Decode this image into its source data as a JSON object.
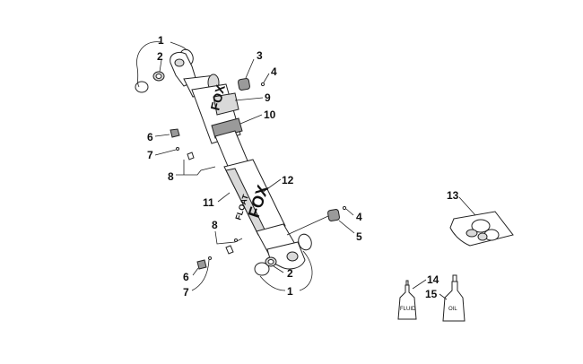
{
  "callouts": {
    "c1a": "1",
    "c2a": "2",
    "c3": "3",
    "c4a": "4",
    "c9": "9",
    "c10": "10",
    "c6a": "6",
    "c7a": "7",
    "c8a": "8",
    "c11": "11",
    "c12": "12",
    "c4b": "4",
    "c5": "5",
    "c8b": "8",
    "c6b": "6",
    "c7b": "7",
    "c2b": "2",
    "c1b": "1",
    "c13": "13",
    "c14": "14",
    "c15": "15"
  },
  "decals": {
    "fox_upper": "FOX",
    "fox_body": "FOX",
    "float_body": "FLOAT"
  },
  "bottles": {
    "fluid_label": "FLUID",
    "oil_label": "OIL"
  }
}
